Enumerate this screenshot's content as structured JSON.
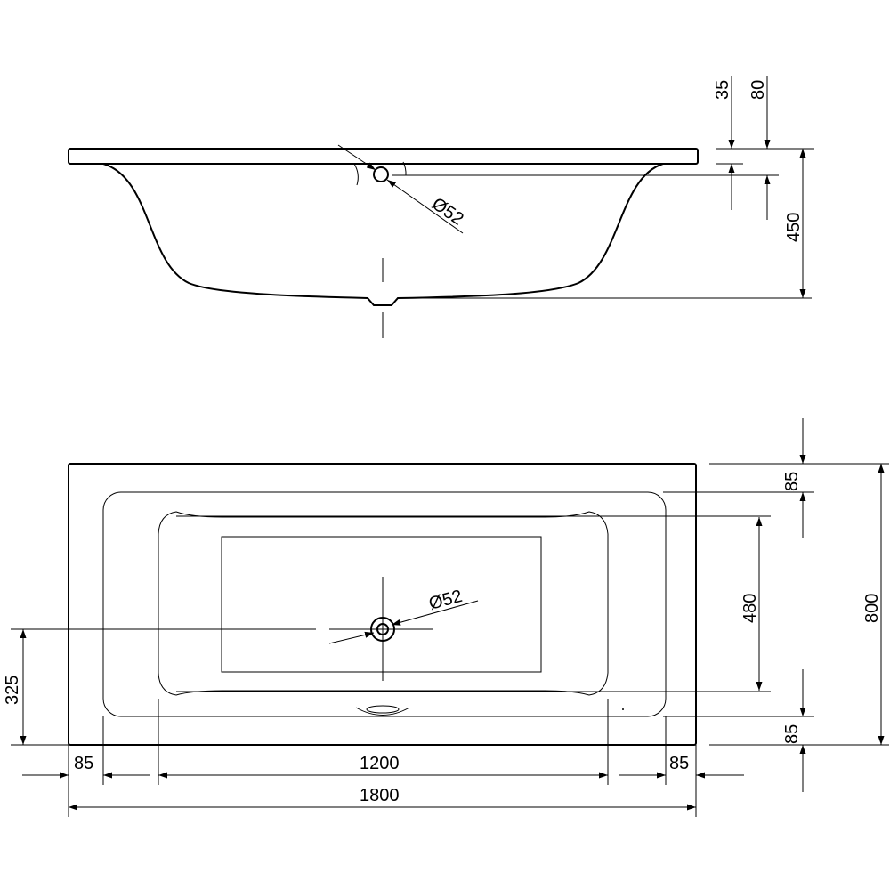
{
  "side_view": {
    "dim_35": "35",
    "dim_80": "80",
    "dim_450": "450",
    "dim_drain_dia": "Ø52"
  },
  "top_view": {
    "dim_85_top": "85",
    "dim_480": "480",
    "dim_800": "800",
    "dim_85_bottom": "85",
    "dim_325": "325",
    "dim_85_left": "85",
    "dim_1200": "1200",
    "dim_85_right": "85",
    "dim_1800": "1800",
    "dim_drain_dia": "Ø52"
  }
}
